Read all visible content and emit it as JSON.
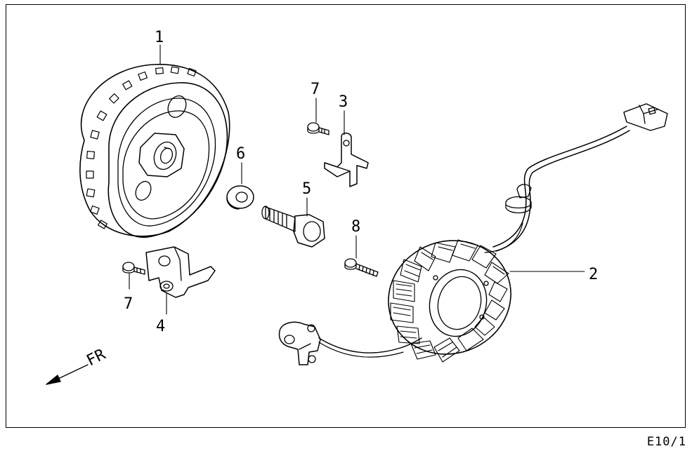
{
  "diagram": {
    "callouts": {
      "flywheel": "1",
      "stator": "2",
      "bracket_right": "3",
      "bracket_left": "4",
      "bolt": "5",
      "washer": "6",
      "screw_top": "7",
      "screw_left": "7",
      "screw_long": "8"
    },
    "direction_label": "FR",
    "page_code": "E10/1"
  }
}
